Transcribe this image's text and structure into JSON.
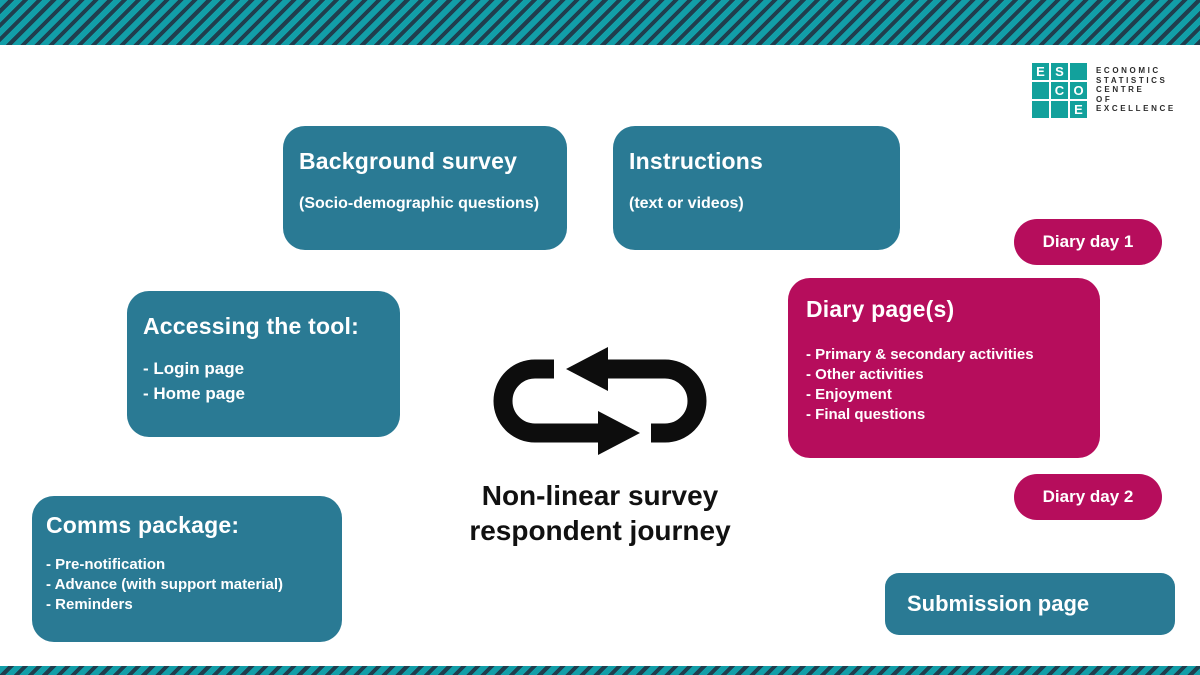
{
  "colors": {
    "stripe_teal": "#129ea8",
    "stripe_dark": "#203e4e",
    "box_teal": "#2a7a94",
    "magenta": "#b60d5c",
    "logo_teal": "#12a19c",
    "text_dark": "#111111"
  },
  "logo": {
    "grid": [
      [
        "E",
        "S",
        ""
      ],
      [
        "",
        "C",
        "O"
      ],
      [
        "",
        "",
        "E"
      ]
    ],
    "lines": [
      "ECONOMIC",
      "STATISTICS",
      "CENTRE",
      "OF",
      "EXCELLENCE"
    ]
  },
  "center": {
    "title_line1": "Non-linear survey",
    "title_line2": "respondent journey",
    "icon": "cycle-arrows-icon"
  },
  "boxes": {
    "background_survey": {
      "title": "Background survey",
      "subtitle": "(Socio-demographic questions)"
    },
    "instructions": {
      "title": "Instructions",
      "subtitle": "(text or videos)"
    },
    "accessing_tool": {
      "title": "Accessing the tool:",
      "items": [
        "- Login page",
        "- Home page"
      ]
    },
    "comms_package": {
      "title": "Comms package:",
      "items": [
        "- Pre-notification",
        "- Advance (with support material)",
        "- Reminders"
      ]
    },
    "diary_pages": {
      "title": "Diary page(s)",
      "items": [
        "- Primary & secondary activities",
        "- Other activities",
        "- Enjoyment",
        "- Final questions"
      ]
    },
    "diary_day_1": {
      "label": "Diary day 1"
    },
    "diary_day_2": {
      "label": "Diary day 2"
    },
    "submission": {
      "title": "Submission page"
    }
  }
}
